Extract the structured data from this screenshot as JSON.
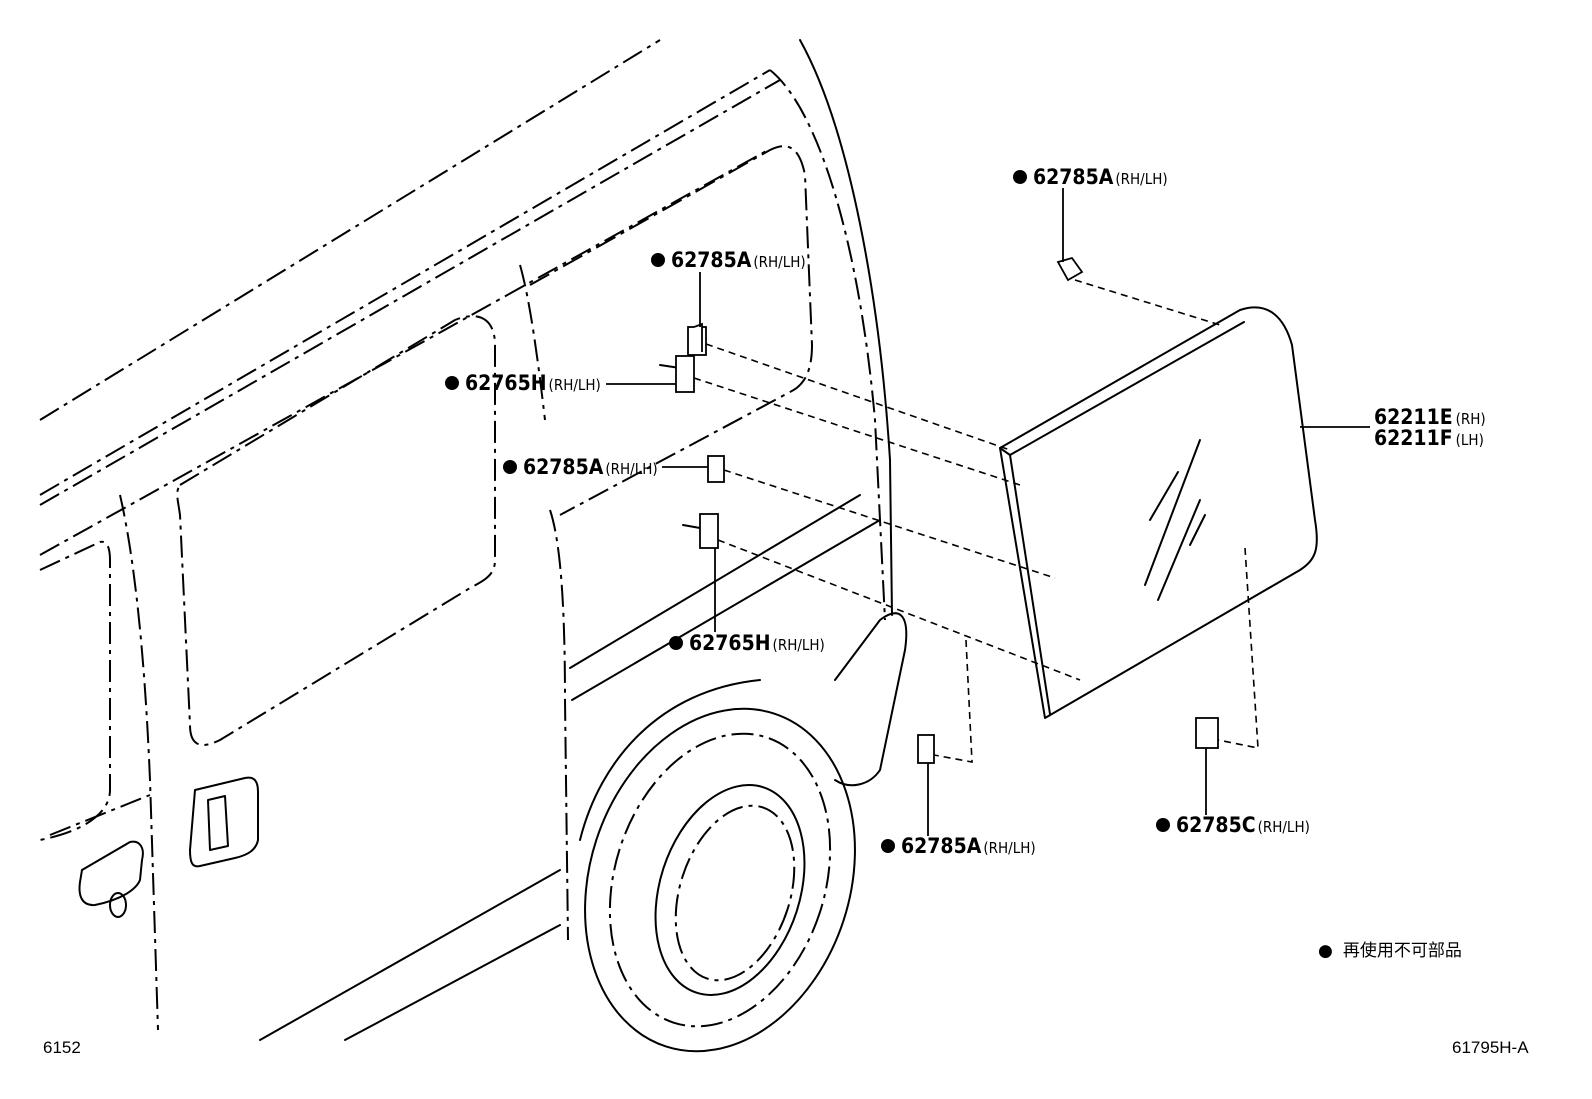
{
  "callouts": {
    "top_clip": {
      "part": "62785A",
      "suffix": "(RH/LH)"
    },
    "upper_clip": {
      "part": "62785A",
      "suffix": "(RH/LH)"
    },
    "upper_pin": {
      "part": "62765H",
      "suffix": "(RH/LH)"
    },
    "middle_clip": {
      "part": "62785A",
      "suffix": "(RH/LH)"
    },
    "lower_pin": {
      "part": "62765H",
      "suffix": "(RH/LH)"
    },
    "bottom_clip": {
      "part": "62785A",
      "suffix": "(RH/LH)"
    },
    "corner_clip": {
      "part": "62785C",
      "suffix": "(RH/LH)"
    },
    "glass_rh": {
      "part": "62211E",
      "suffix": "(RH)"
    },
    "glass_lh": {
      "part": "62211F",
      "suffix": "(LH)"
    }
  },
  "legend": {
    "bullet": "●",
    "text": "再使用不可部品"
  },
  "footer": {
    "left_code": "6152",
    "right_code": "61795H-A"
  }
}
